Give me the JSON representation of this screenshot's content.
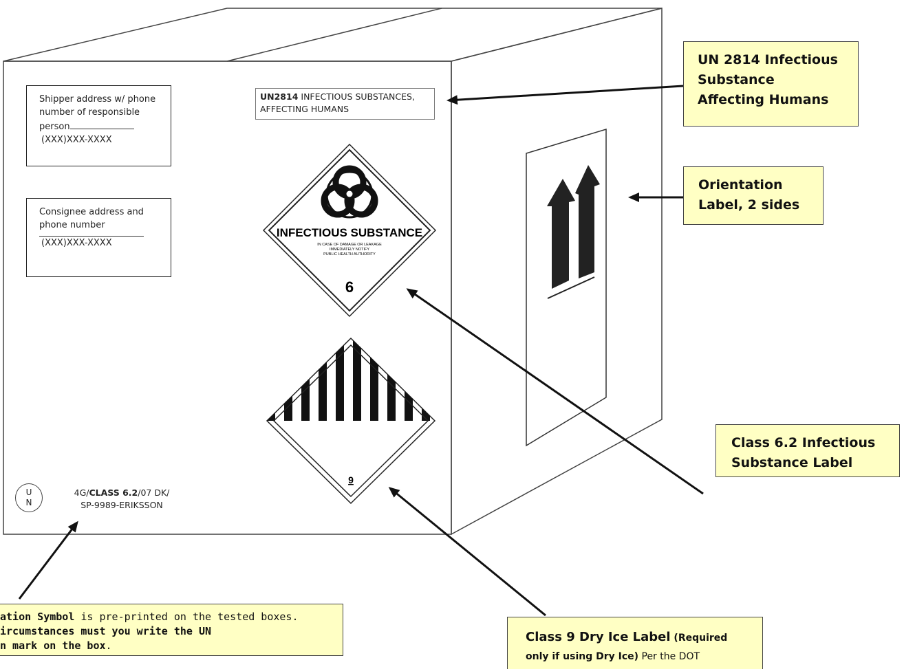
{
  "shipper_box": {
    "lines": [
      "Shipper address w/ phone",
      "number of responsible",
      "person"
    ],
    "phone": "(XXX)XXX-XXXX"
  },
  "consignee_box": {
    "lines": [
      "Consignee address and",
      "phone number"
    ],
    "phone": "(XXX)XXX-XXXX"
  },
  "un_mark": {
    "code": "UN2814",
    "text_line1": " INFECTIOUS SUBSTANCES,",
    "text_line2": "AFFECTING HUMANS"
  },
  "infectious_label": {
    "title": "INFECTIOUS SUBSTANCE",
    "notice_lines": [
      "IN CASE OF DAMAGE OR LEAKAGE",
      "IMMEDIATELY NOTIFY",
      "PUBLIC HEALTH AUTHORITY"
    ],
    "class_number": "6"
  },
  "class9_label": {
    "class_number": "9"
  },
  "un_spec": {
    "circle_top": "U",
    "circle_bottom": "N",
    "line1_prefix": "4G/",
    "line1_bold": "CLASS 6.2",
    "line1_suffix": "/07 DK/",
    "line2": "SP-9989-ERIKSSON"
  },
  "callouts": {
    "un2814": [
      "UN 2814 Infectious",
      "Substance",
      "Affecting Humans"
    ],
    "orientation": [
      "Orientation",
      "Label, 2 sides"
    ],
    "class62": [
      "Class 6.2 Infectious",
      "Substance Label"
    ],
    "class9": {
      "bold_large": "Class 9 Dry Ice Label",
      "bold_small_1": " (Required",
      "bold_small_2": "only if using Dry Ice)",
      "normal": " Per the DOT"
    },
    "marking": {
      "b1": "ation Symbol",
      "t1": " is pre-printed on the tested boxes.",
      "b2": "ircumstances must you write the UN",
      "b3": "n mark on the box",
      "t3": "."
    }
  },
  "colors": {
    "callout_bg": "#ffffc4",
    "ink": "#111111"
  }
}
